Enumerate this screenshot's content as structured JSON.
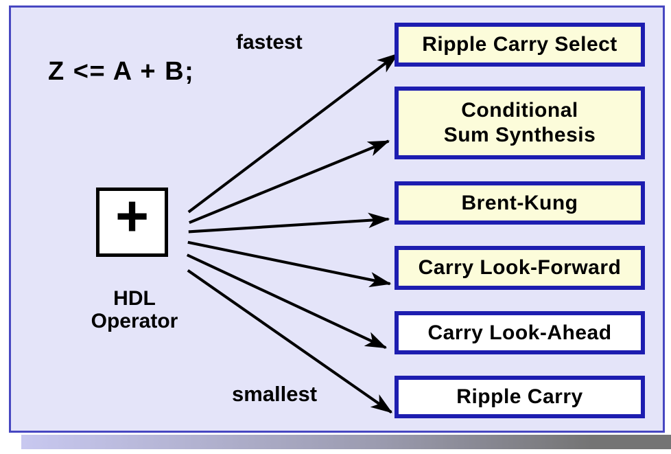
{
  "slide": {
    "expression": "Z <= A + B;",
    "annotations": {
      "fastest": "fastest",
      "smallest": "smallest"
    },
    "operator": {
      "symbol": "+",
      "caption": "HDL\nOperator"
    },
    "implementations": [
      {
        "label": "Ripple Carry Select",
        "highlighted": true
      },
      {
        "label": "Conditional\nSum Synthesis",
        "highlighted": true
      },
      {
        "label": "Brent-Kung",
        "highlighted": true
      },
      {
        "label": "Carry Look-Forward",
        "highlighted": true
      },
      {
        "label": "Carry Look-Ahead",
        "highlighted": false
      },
      {
        "label": "Ripple Carry",
        "highlighted": false
      }
    ],
    "colors": {
      "panel_bg": "#E4E4F9",
      "panel_border": "#4747C1",
      "box_border": "#1D1DB0",
      "box_fill_highlighted": "#FCFCDA",
      "box_fill_default": "#FFFFFF",
      "arrow": "#000000",
      "text": "#000000",
      "shadow_left": "#C8C8F0",
      "shadow_mid": "#9B9BAF",
      "shadow_right": "#747474"
    }
  }
}
